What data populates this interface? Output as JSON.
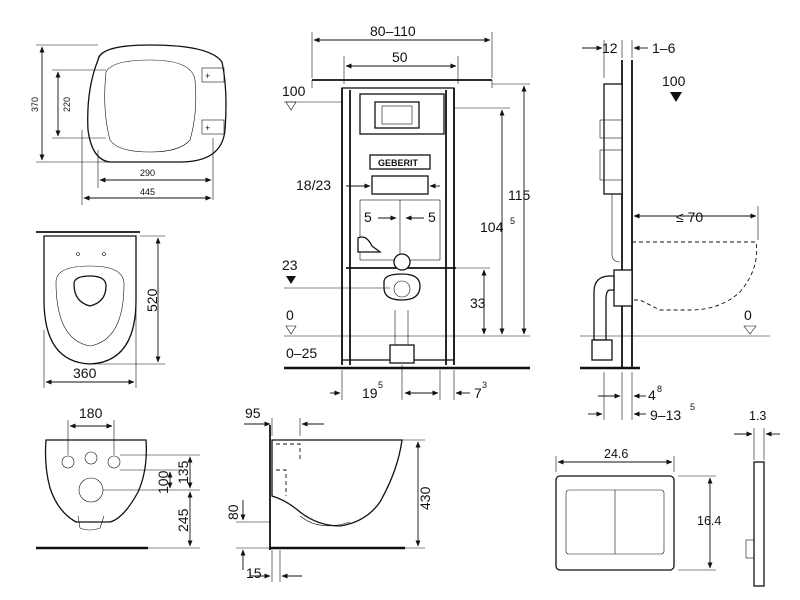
{
  "seat_top_view": {
    "height": "370",
    "inner_height": "220",
    "inner_width": "290",
    "width": "445"
  },
  "pan_top_view": {
    "length": "520",
    "width": "360"
  },
  "pan_rear_view": {
    "hole_spacing": "180",
    "height_a": "135",
    "height_b": "100",
    "height_c": "245"
  },
  "pan_side_view": {
    "offset_top": "95",
    "offset_left": "80",
    "offset_bottom": "15",
    "height": "430"
  },
  "frame_front_view": {
    "width_range": "80–110",
    "inner_width": "50",
    "floor_ref_top": "100",
    "spacing_inner": "18/23",
    "pipe_left": "5",
    "pipe_right": "5",
    "ref_23": "23",
    "height_33": "33",
    "height_104": "104",
    "height_104_sup": "5",
    "height_115": "115",
    "floor_zero": "0",
    "floor_range": "0–25",
    "bottom_left": "19",
    "bottom_left_sup": "5",
    "bottom_right": "7",
    "bottom_right_sup": "3",
    "brand_logo": "GEBERIT"
  },
  "frame_side_view": {
    "top_12": "12",
    "top_range": "1–6",
    "floor_ref_top": "100",
    "pan_depth": "≤ 70",
    "floor_zero": "0",
    "bottom_4": "4",
    "bottom_4_sup": "8",
    "bottom_range": "9–13",
    "bottom_range_sup": "5"
  },
  "flush_plate": {
    "width": "24.6",
    "height": "16.4",
    "depth": "1.3"
  }
}
